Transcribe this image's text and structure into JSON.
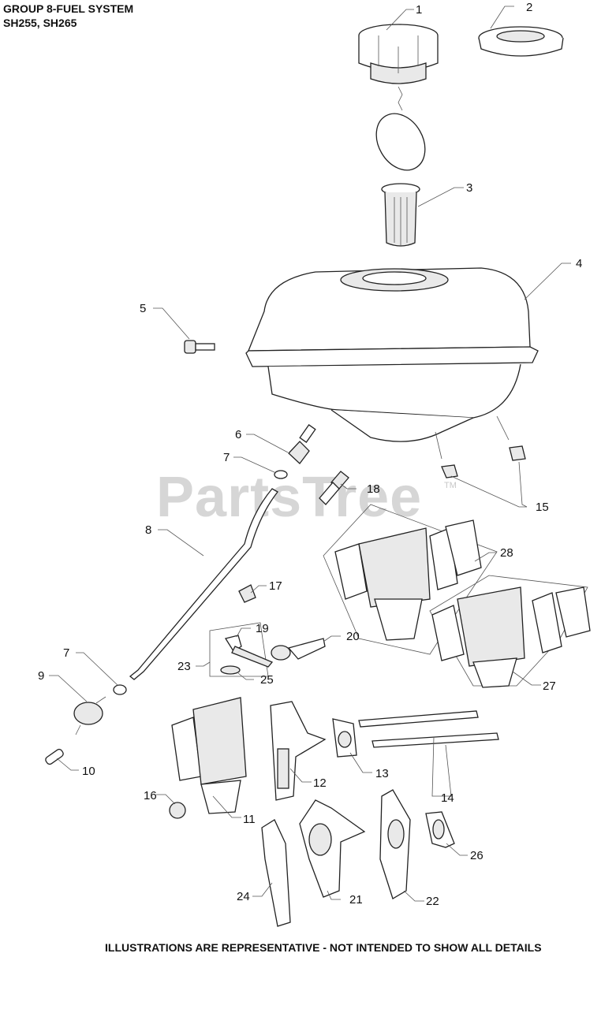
{
  "header": {
    "title_line1": "GROUP 8-FUEL SYSTEM",
    "title_line2": "SH255, SH265"
  },
  "footer": {
    "note": "ILLUSTRATIONS ARE REPRESENTATIVE - NOT INTENDED TO SHOW ALL DETAILS"
  },
  "watermark": {
    "text": "PartsTree",
    "tm": "TM"
  },
  "callouts": {
    "c1": "1",
    "c2": "2",
    "c3": "3",
    "c4": "4",
    "c5": "5",
    "c6": "6",
    "c7a": "7",
    "c7b": "7",
    "c8": "8",
    "c9": "9",
    "c10": "10",
    "c11": "11",
    "c12": "12",
    "c13": "13",
    "c14": "14",
    "c15": "15",
    "c16": "16",
    "c17": "17",
    "c18": "18",
    "c19": "19",
    "c20": "20",
    "c21": "21",
    "c22": "22",
    "c23": "23",
    "c24": "24",
    "c25": "25",
    "c26": "26",
    "c27": "27",
    "c28": "28"
  }
}
